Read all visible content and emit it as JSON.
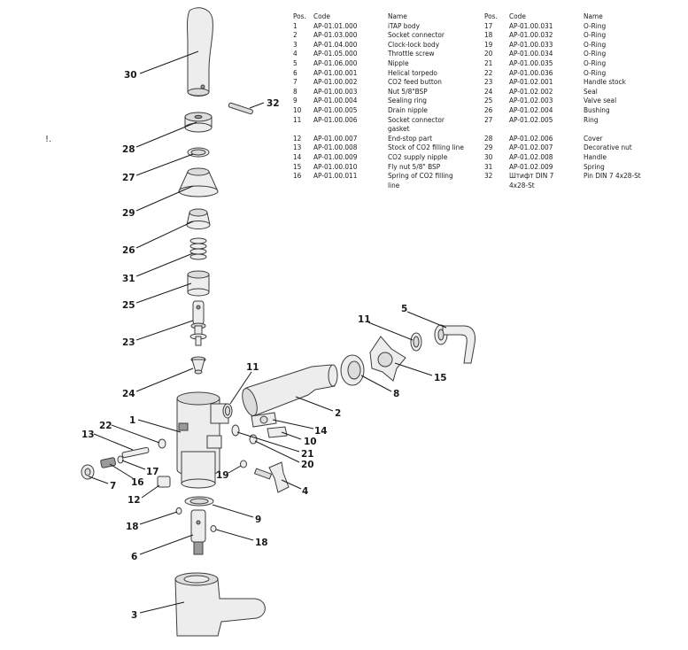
{
  "table": {
    "headers": [
      "Pos.",
      "Code",
      "Name",
      "Pos.",
      "Code",
      "Name"
    ],
    "rows": [
      [
        "1",
        "AP-01.01.000",
        "iTAP body",
        "17",
        "AP-01.00.031",
        "O-Ring"
      ],
      [
        "2",
        "AP-01.03.000",
        "Socket connector",
        "18",
        "AP-01.00.032",
        "O-Ring"
      ],
      [
        "3",
        "AP-01.04.000",
        "Clock-lock body",
        "19",
        "AP-01.00.033",
        "O-Ring"
      ],
      [
        "4",
        "AP-01.05.000",
        "Throttle screw",
        "20",
        "AP-01.00.034",
        "O-Ring"
      ],
      [
        "5",
        "AP-01.06.000",
        "Nipple",
        "21",
        "AP-01.00.035",
        "O-Ring"
      ],
      [
        "6",
        "AP-01.00.001",
        "Helical torpedo",
        "22",
        "AP-01.00.036",
        "O-Ring"
      ],
      [
        "7",
        "AP-01.00.002",
        "CO2 feed button",
        "23",
        "AP-01.02.001",
        "Handle stock"
      ],
      [
        "8",
        "AP-01.00.003",
        "Nut 5/8\"BSP",
        "24",
        "AP-01.02.002",
        "Seal"
      ],
      [
        "9",
        "AP-01.00.004",
        "Sealing ring",
        "25",
        "AP-01.02.003",
        "Valve seal"
      ],
      [
        "10",
        "AP-01.00.005",
        "Drain nipple",
        "26",
        "AP-01.02.004",
        "Bushing"
      ],
      [
        "11",
        "AP-01.00.006",
        "Socket connector",
        "27",
        "AP-01.02.005",
        "Ring"
      ],
      [
        "",
        "",
        "gasket",
        "",
        "",
        ""
      ],
      [
        "12",
        "AP-01.00.007",
        "End-stop part",
        "28",
        "AP-01.02.006",
        "Cover"
      ],
      [
        "13",
        "AP-01.00.008",
        "Stock of CO2 filling line",
        "29",
        "AP-01.02.007",
        "Decorative nut"
      ],
      [
        "14",
        "AP-01.00.009",
        "CO2 supply nipple",
        "30",
        "AP-01.02.008",
        "Handle"
      ],
      [
        "15",
        "AP-01.00.010",
        "Fly nut 5/8\" BSP",
        "31",
        "AP-01.02.009",
        "Spring"
      ],
      [
        "16",
        "AP-01.00.011",
        "Spring of CO2 filling",
        "32",
        "Штифт DIN 7",
        "Pin DIN 7 4x28-St"
      ],
      [
        "",
        "",
        "line",
        "",
        "4x28-St",
        ""
      ]
    ]
  },
  "callouts": [
    "30",
    "32",
    "28",
    "27",
    "29",
    "26",
    "31",
    "25",
    "23",
    "24",
    "11",
    "5",
    "11",
    "15",
    "8",
    "2",
    "1",
    "22",
    "13",
    "14",
    "10",
    "21",
    "17",
    "16",
    "7",
    "20",
    "19",
    "4",
    "12",
    "9",
    "18",
    "18",
    "6",
    "3"
  ],
  "stray_mark": "!."
}
